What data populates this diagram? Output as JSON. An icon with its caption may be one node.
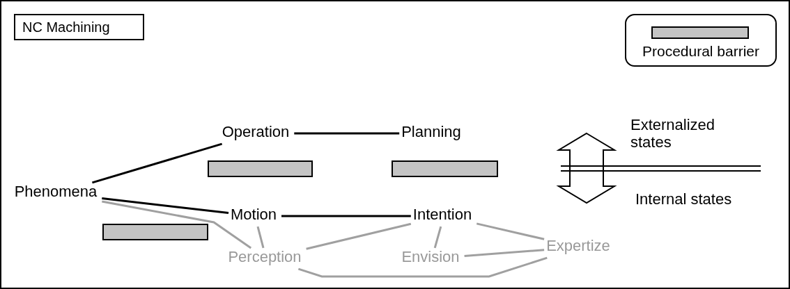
{
  "diagram": {
    "nodes": [
      {
        "text": [
          "NC Machining"
        ]
      },
      {
        "text": [
          "Operation"
        ]
      },
      {
        "text": [
          "Planning"
        ]
      },
      {
        "text": [
          "Phenomena"
        ]
      },
      {
        "text": [
          "Motion"
        ]
      },
      {
        "text": [
          "Intention"
        ]
      },
      {
        "text": [
          "Perception"
        ]
      },
      {
        "text": [
          "Envision"
        ]
      },
      {
        "text": [
          "Expertize"
        ]
      },
      {
        "text": [],
        "shape": "bar"
      },
      {
        "text": [],
        "shape": "bar"
      },
      {
        "text": [],
        "shape": "bar"
      }
    ],
    "edges": [
      {
        "from": 3,
        "to": 1,
        "arrow": "none",
        "color": "#000000"
      },
      {
        "from": 1,
        "to": 2,
        "arrow": "none",
        "color": "#000000"
      },
      {
        "from": 3,
        "to": 4,
        "arrow": "none",
        "color": "#000000"
      },
      {
        "from": 4,
        "to": 5,
        "arrow": "none",
        "color": "#000000"
      },
      {
        "from": 3,
        "to": 6,
        "arrow": "none",
        "color": "#a0a0a0"
      },
      {
        "from": 4,
        "to": 6,
        "arrow": "none",
        "color": "#a0a0a0"
      },
      {
        "from": 6,
        "to": 5,
        "arrow": "none",
        "color": "#a0a0a0"
      },
      {
        "from": 5,
        "to": 7,
        "arrow": "none",
        "color": "#a0a0a0"
      },
      {
        "from": 5,
        "to": 8,
        "arrow": "none",
        "color": "#a0a0a0"
      },
      {
        "from": 7,
        "to": 8,
        "arrow": "none",
        "color": "#a0a0a0"
      },
      {
        "from": 6,
        "to": 8,
        "arrow": "none",
        "color": "#a0a0a0"
      }
    ],
    "labels": [
      "Externalized states",
      "Internal states"
    ],
    "legend": [
      {
        "text": "Procedural barrier",
        "color": "#c4c4c4"
      }
    ]
  }
}
